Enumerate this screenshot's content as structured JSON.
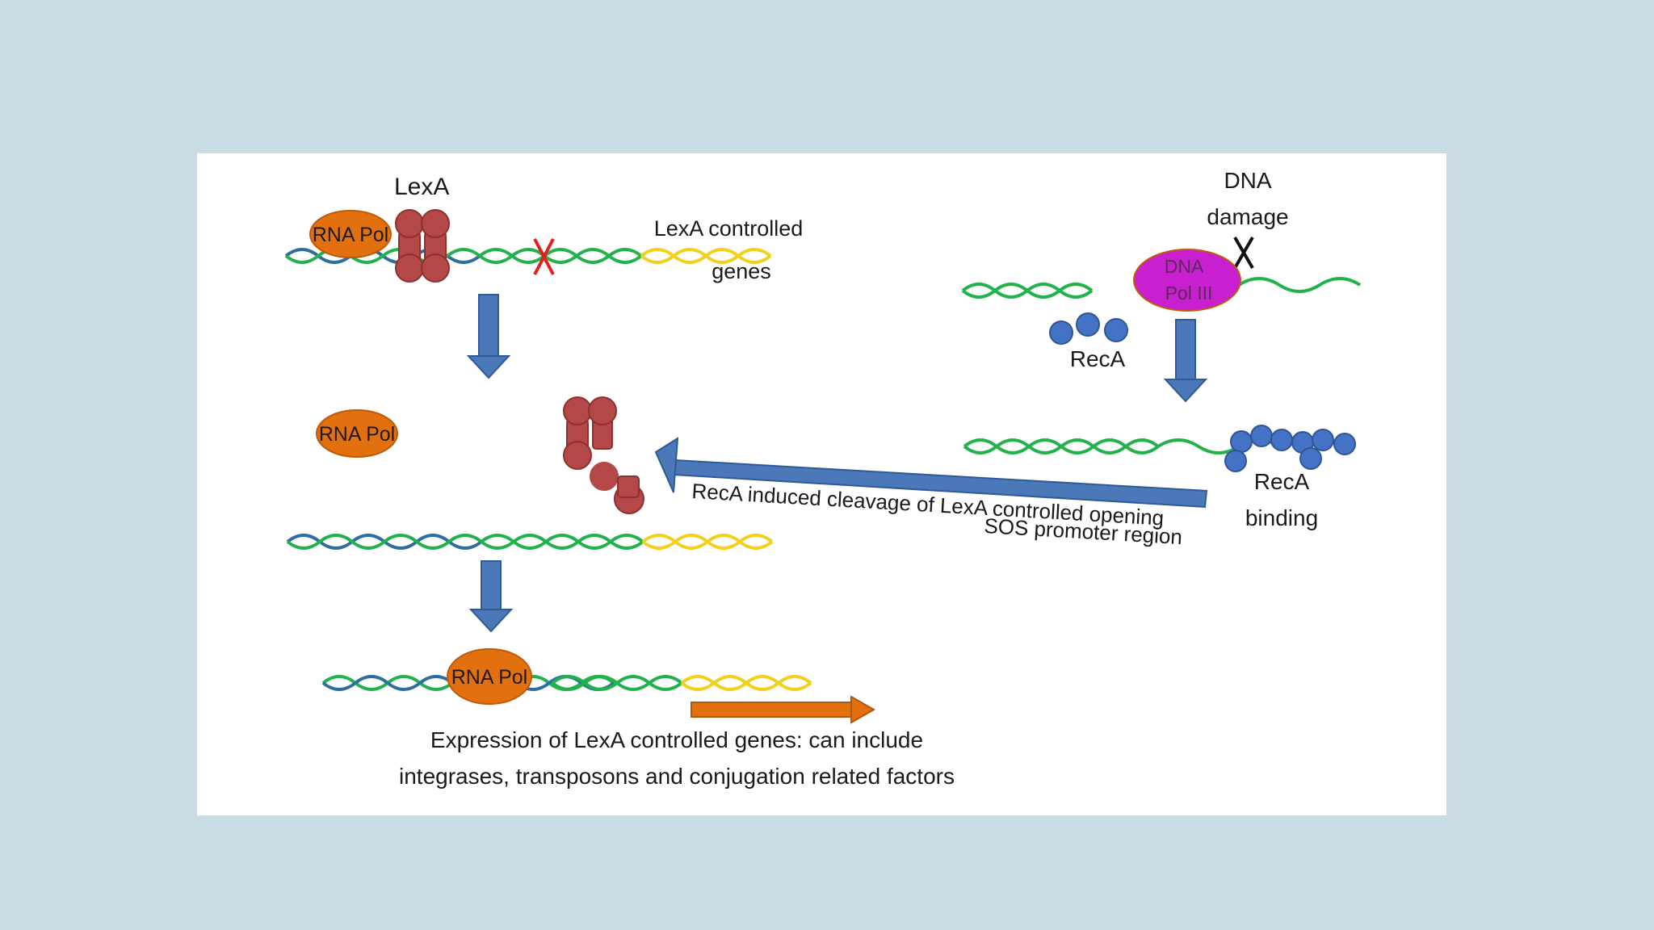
{
  "labels": {
    "rna_pol": "RNA Pol",
    "lexa": "LexA",
    "lexa_controlled_line1": "LexA controlled",
    "lexa_controlled_line2": "genes",
    "dna_damage_line1": "DNA",
    "dna_damage_line2": "damage",
    "dna_pol_line1": "DNA",
    "dna_pol_line2": "Pol III",
    "reca": "RecA",
    "reca_binding_line1": "RecA",
    "reca_binding_line2": "binding",
    "cleavage_line1": "RecA induced cleavage of LexA controlled opening",
    "cleavage_line2": "SOS promoter region",
    "expression_line1": "Expression of LexA controlled genes: can include",
    "expression_line2": "integrases, transposons and conjugation related factors"
  },
  "colors": {
    "background": "#c9dce3",
    "slide": "#ffffff",
    "dna_green": "#22b24c",
    "dna_blue": "#2e6e9e",
    "gene_yellow": "#f2d01e",
    "rna_pol_orange": "#e3700f",
    "lexa_red": "#b44848",
    "dna_pol_magenta": "#c81fd0",
    "reca_blue": "#4472c4",
    "arrow_blue": "#4a78b8",
    "arrow_orange": "#e3700f",
    "block_red": "#e81c1c"
  }
}
